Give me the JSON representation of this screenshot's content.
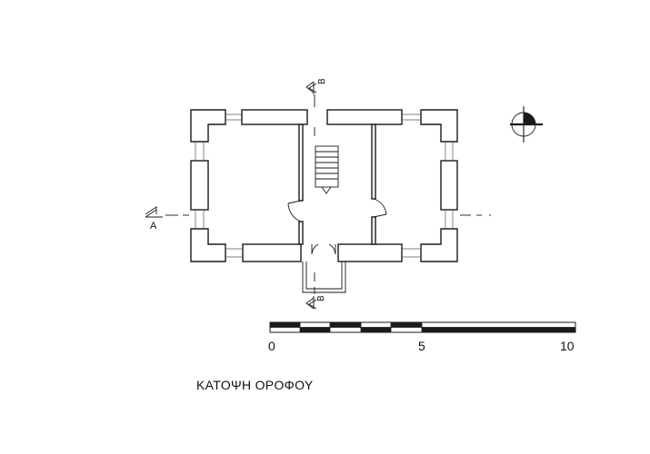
{
  "drawing": {
    "title": "ΚΑΤΟΨΗ ΟΡΟΦΟΥ",
    "section_labels": {
      "horizontal": "A",
      "vertical_top": "B",
      "vertical_bottom": "B"
    },
    "scale_bar": {
      "ticks": [
        "0",
        "5",
        "10"
      ]
    }
  }
}
